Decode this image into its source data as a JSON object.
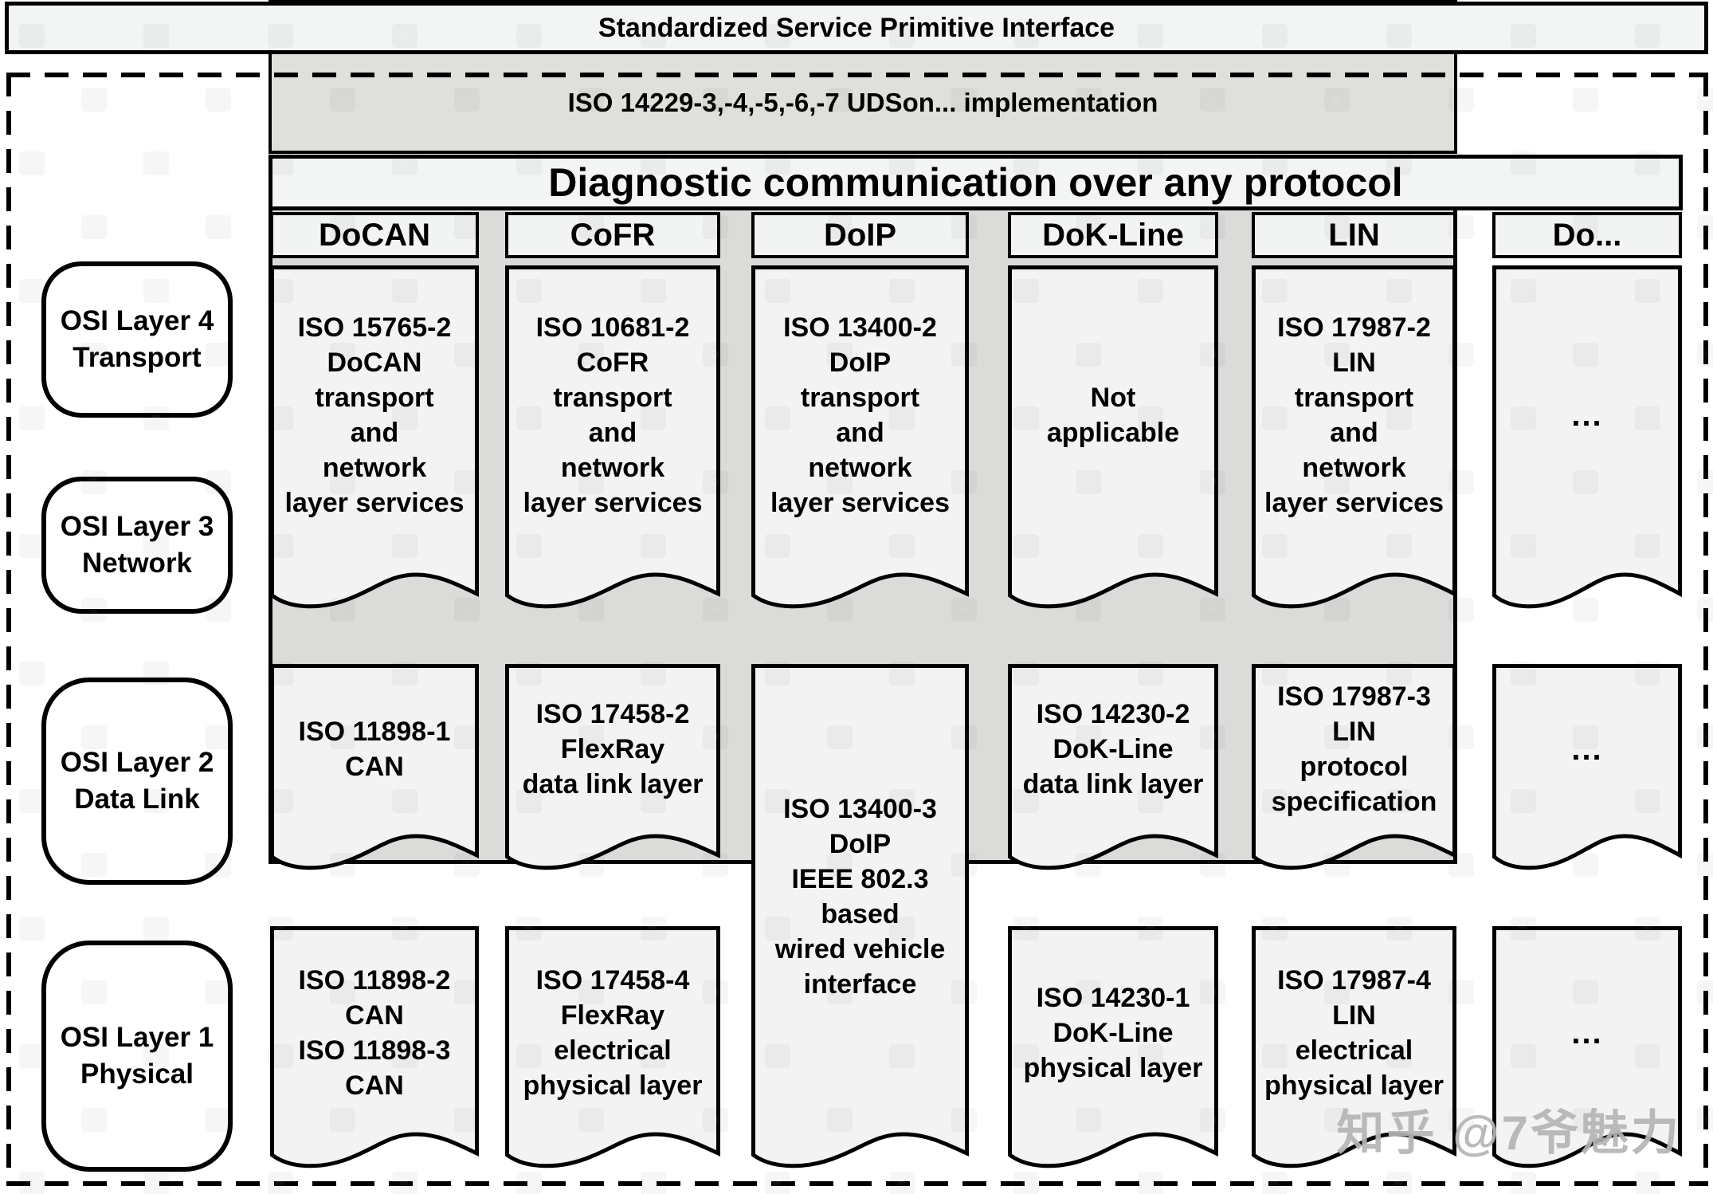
{
  "top_bar": {
    "title": "Standardized Service Primitive Interface"
  },
  "implementation_bar": {
    "title": "ISO 14229-3,-4,-5,-6,-7 UDSon... implementation"
  },
  "diagnostic_bar": {
    "title": "Diagnostic communication over any protocol"
  },
  "osi_layers": [
    {
      "label": "OSI Layer 4\nTransport"
    },
    {
      "label": "OSI Layer 3\nNetwork"
    },
    {
      "label": "OSI Layer 2\nData Link"
    },
    {
      "label": "OSI Layer 1\nPhysical"
    }
  ],
  "columns": [
    {
      "id": "docan",
      "header": "DoCAN",
      "transport": "ISO 15765-2\nDoCAN\ntransport\nand\nnetwork\nlayer services",
      "data_link": "ISO 11898-1\nCAN",
      "physical": "ISO 11898-2\nCAN\nISO 11898-3\nCAN"
    },
    {
      "id": "cofr",
      "header": "CoFR",
      "transport": "ISO 10681-2\nCoFR\ntransport\nand\nnetwork\nlayer services",
      "data_link": "ISO 17458-2\nFlexRay\ndata link layer",
      "physical": "ISO 17458-4\nFlexRay\nelectrical\nphysical layer"
    },
    {
      "id": "doip",
      "header": "DoIP",
      "transport": "ISO 13400-2\nDoIP\ntransport\nand\nnetwork\nlayer services",
      "data_link_physical": "ISO 13400-3\nDoIP\nIEEE 802.3\nbased\nwired vehicle\ninterface"
    },
    {
      "id": "dok-line",
      "header": "DoK-Line",
      "transport": "Not\napplicable",
      "data_link": "ISO 14230-2\nDoK-Line\ndata link layer",
      "physical": "ISO 14230-1\nDoK-Line\nphysical layer"
    },
    {
      "id": "lin",
      "header": "LIN",
      "transport": "ISO 17987-2\nLIN\ntransport\nand\nnetwork\nlayer services",
      "data_link": "ISO 17987-3\nLIN\nprotocol\nspecification",
      "physical": "ISO 17987-4\nLIN\nelectrical\nphysical layer"
    },
    {
      "id": "do-more",
      "header": "Do...",
      "transport": "...",
      "data_link": "...",
      "physical": "..."
    }
  ],
  "watermark": {
    "text": "知乎 @7爷魅力"
  },
  "palette": {
    "background": "#ffffff",
    "light_box_fill": "#f2f3f2",
    "gray_box_fill": "#dfdfdb",
    "container_fill": "#dbdcd9",
    "border": "#000000",
    "watermark_color": "#b5b5b5"
  }
}
